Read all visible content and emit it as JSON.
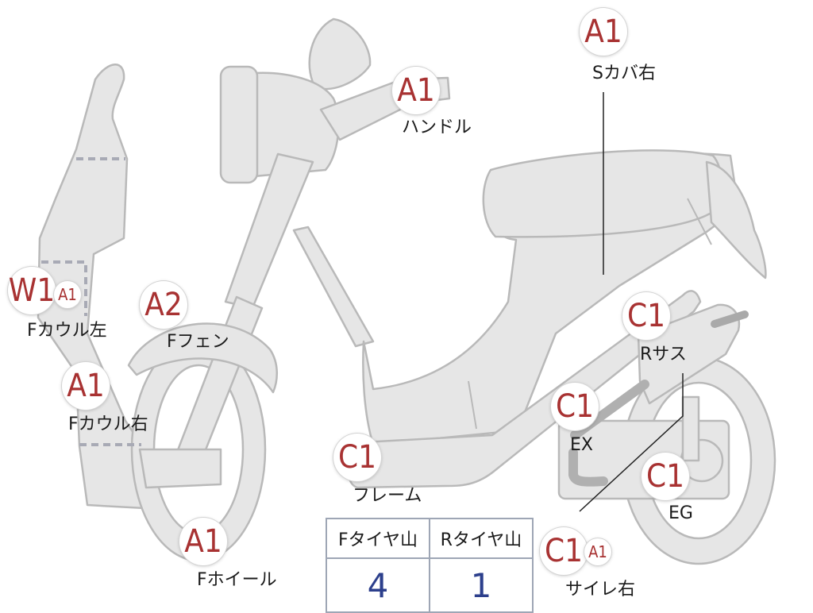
{
  "colors": {
    "grade": "#a83232",
    "body_fill": "#e6e6e6",
    "outline": "#b9b9b9",
    "table_value": "#2c3f8c"
  },
  "parts": {
    "s_cover_right": {
      "label": "Sカバ右",
      "grades": [
        "A1"
      ]
    },
    "handle": {
      "label": "ハンドル",
      "grades": [
        "A1"
      ]
    },
    "f_cowl_left": {
      "label": "Fカウル左",
      "grades": [
        "W1",
        "A1"
      ]
    },
    "f_fender": {
      "label": "Fフェン",
      "grades": [
        "A2"
      ]
    },
    "f_cowl_right": {
      "label": "Fカウル右",
      "grades": [
        "A1"
      ]
    },
    "r_suspension": {
      "label": "Rサス",
      "grades": [
        "C1"
      ]
    },
    "exhaust": {
      "label": "EX",
      "grades": [
        "C1"
      ]
    },
    "frame": {
      "label": "フレーム",
      "grades": [
        "C1"
      ]
    },
    "engine": {
      "label": "EG",
      "grades": [
        "C1"
      ]
    },
    "f_wheel": {
      "label": "Fホイール",
      "grades": [
        "A1"
      ]
    },
    "silencer_right": {
      "label": "サイレ右",
      "grades": [
        "C1",
        "A1"
      ]
    }
  },
  "tire_table": {
    "headers": [
      "Fタイヤ山",
      "Rタイヤ山"
    ],
    "values": [
      "4",
      "1"
    ]
  }
}
